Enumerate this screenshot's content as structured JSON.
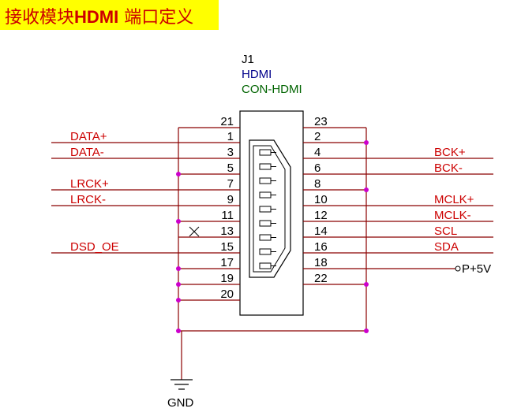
{
  "title": {
    "prefix": "接收模块",
    "bold": "HDMI",
    "suffix": " 端口定义"
  },
  "component": {
    "ref": "J1",
    "name": "HDMI",
    "part": "CON-HDMI"
  },
  "colors": {
    "wire": "#8b0000",
    "junction": "#cc00cc",
    "label": "#cc0000",
    "name": "#00008b",
    "part": "#006400",
    "title_bg": "#ffff00"
  },
  "left_pins": [
    "21",
    "1",
    "3",
    "5",
    "7",
    "9",
    "11",
    "13",
    "15",
    "17",
    "19",
    "20"
  ],
  "right_pins": [
    "23",
    "2",
    "4",
    "6",
    "8",
    "10",
    "12",
    "14",
    "16",
    "18",
    "22"
  ],
  "left_signals": [
    {
      "pin": "1",
      "label": "DATA+"
    },
    {
      "pin": "3",
      "label": "DATA-"
    },
    {
      "pin": "7",
      "label": "LRCK+"
    },
    {
      "pin": "9",
      "label": "LRCK-"
    },
    {
      "pin": "15",
      "label": "DSD_OE"
    }
  ],
  "right_signals": [
    {
      "pin": "4",
      "label": "BCK+"
    },
    {
      "pin": "6",
      "label": "BCK-"
    },
    {
      "pin": "10",
      "label": "MCLK+"
    },
    {
      "pin": "12",
      "label": "MCLK-"
    },
    {
      "pin": "14",
      "label": "SCL"
    },
    {
      "pin": "16",
      "label": "SDA"
    },
    {
      "pin": "18",
      "label": "P+5V"
    }
  ],
  "no_connect_pin": "13",
  "ground_label": "GND"
}
